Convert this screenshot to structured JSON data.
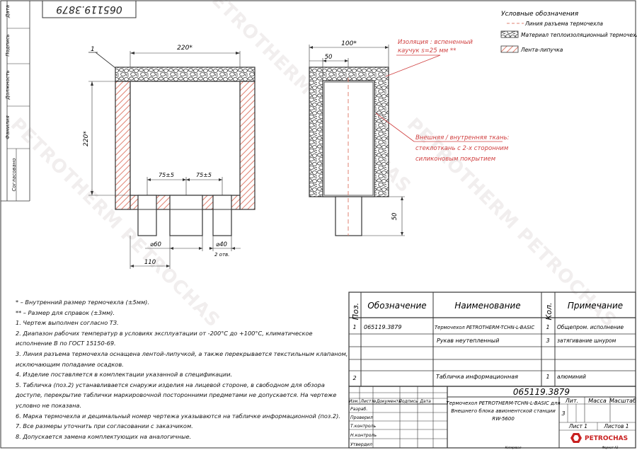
{
  "stamp_number": "065119.3879",
  "side_labels": [
    "Дата",
    "Подпись",
    "Должность",
    "Фамилия",
    "Согласовано"
  ],
  "legend": {
    "title": "Условные обозначения",
    "items": [
      {
        "label": "Линия разъема термочехла",
        "kind": "dash"
      },
      {
        "label": "Материал теплоизоляционный термочехла",
        "kind": "stones"
      },
      {
        "label": "Лента-липучка",
        "kind": "hatch"
      }
    ]
  },
  "front_view": {
    "callout": "1",
    "width_dim": "220*",
    "height_dim": "220*",
    "gap1": "75±5",
    "gap2": "75±5",
    "dia_large": "⌀60",
    "dia_small": "⌀40",
    "dia_small_note": "2 отв.",
    "bottom_dim": "110"
  },
  "side_view": {
    "width_dim": "100*",
    "offset_dim": "50",
    "pipe_dim": "50",
    "insulation_note_1": "Изоляция : вспененный",
    "insulation_note_2": "каучук s=25 мм **",
    "fabric_note_1": "Внешняя / внутренняя ткань:",
    "fabric_note_2": "стеклоткань с 2-х сторонним",
    "fabric_note_3": "силиконовым покрытием"
  },
  "notes": [
    "* – Внутренний размер термочехла (±5мм).",
    "** – Размер для справок (±3мм).",
    "1. Чертеж выполнен согласно ТЗ.",
    "2. Диапазон рабочих температур в условиях эксплуатации от -200°С до +100°С, климатическое",
    "исполнение В по ГОСТ 15150-69.",
    "3. Линия разъема термочехла оснащена лентой-липучкой, а также перекрывается текстильным клапаном,",
    "исключающим попадание осадков.",
    "4. Изделие поставляется в комплектации указанной в спецификации.",
    "5. Табличка (поз.2) устанавливается снаружи изделия на лицевой стороне, в свободном для обзора",
    "доступе, перекрытие таблички маркировочной посторонними предметами не допускается. На чертеже",
    "условно не показана.",
    "6. Марка термочехла и децимальный номер чертежа указываются на табличке информационной (поз.2).",
    "7. Все размеры уточнить при согласовании с заказчиком.",
    "8. Допускается замена комплектующих на аналогичные."
  ],
  "spec_table": {
    "headers": {
      "pos": "Поз.",
      "designation": "Обозначение",
      "name": "Наименование",
      "qty": "Кол.",
      "note": "Примечание"
    },
    "rows": [
      {
        "pos": "1",
        "designation": "065119.3879",
        "name": "Термочехол PETROTHERM-TCHN-L-BASIC",
        "qty": "1",
        "note": "Общепром. исполнение"
      },
      {
        "pos": "",
        "designation": "",
        "name": "Рукав неутепленный",
        "qty": "3",
        "note": "затягивание шнуром"
      },
      {
        "pos": "",
        "designation": "",
        "name": "",
        "qty": "",
        "note": ""
      },
      {
        "pos": "",
        "designation": "",
        "name": "",
        "qty": "",
        "note": ""
      },
      {
        "pos": "2",
        "designation": "",
        "name": "Табличка информационная",
        "qty": "1",
        "note": "алюминий"
      }
    ]
  },
  "title_block": {
    "doc_number": "065119.3879",
    "row_headers": [
      "Изм.",
      "Лист",
      "№Документа",
      "Подпись",
      "Дата"
    ],
    "roles": [
      "Разраб.",
      "Проверил",
      "Т.контроль",
      "Н.контроль",
      "Утвердил"
    ],
    "product_desc_1": "Термочехол PETROTHERM-TCHN-L-BASIC для",
    "product_desc_2": "Внешнего блока авионентской станции",
    "product_desc_3": "RW-5600",
    "lit_label": "Лит.",
    "mass_label": "Масса",
    "scale_label": "Масштаб",
    "lit_value": "3",
    "sheet_label": "Лист 1",
    "sheets_label": "Листов 1",
    "brand": "PETROCHAS",
    "copied": "Копировал",
    "format": "Формат А3"
  },
  "watermark_text": "PETROTHERM PETROCHAS",
  "colors": {
    "line": "#333333",
    "hatch": "#e08070",
    "red_annotation": "#d04040",
    "brand_red": "#c82020"
  }
}
